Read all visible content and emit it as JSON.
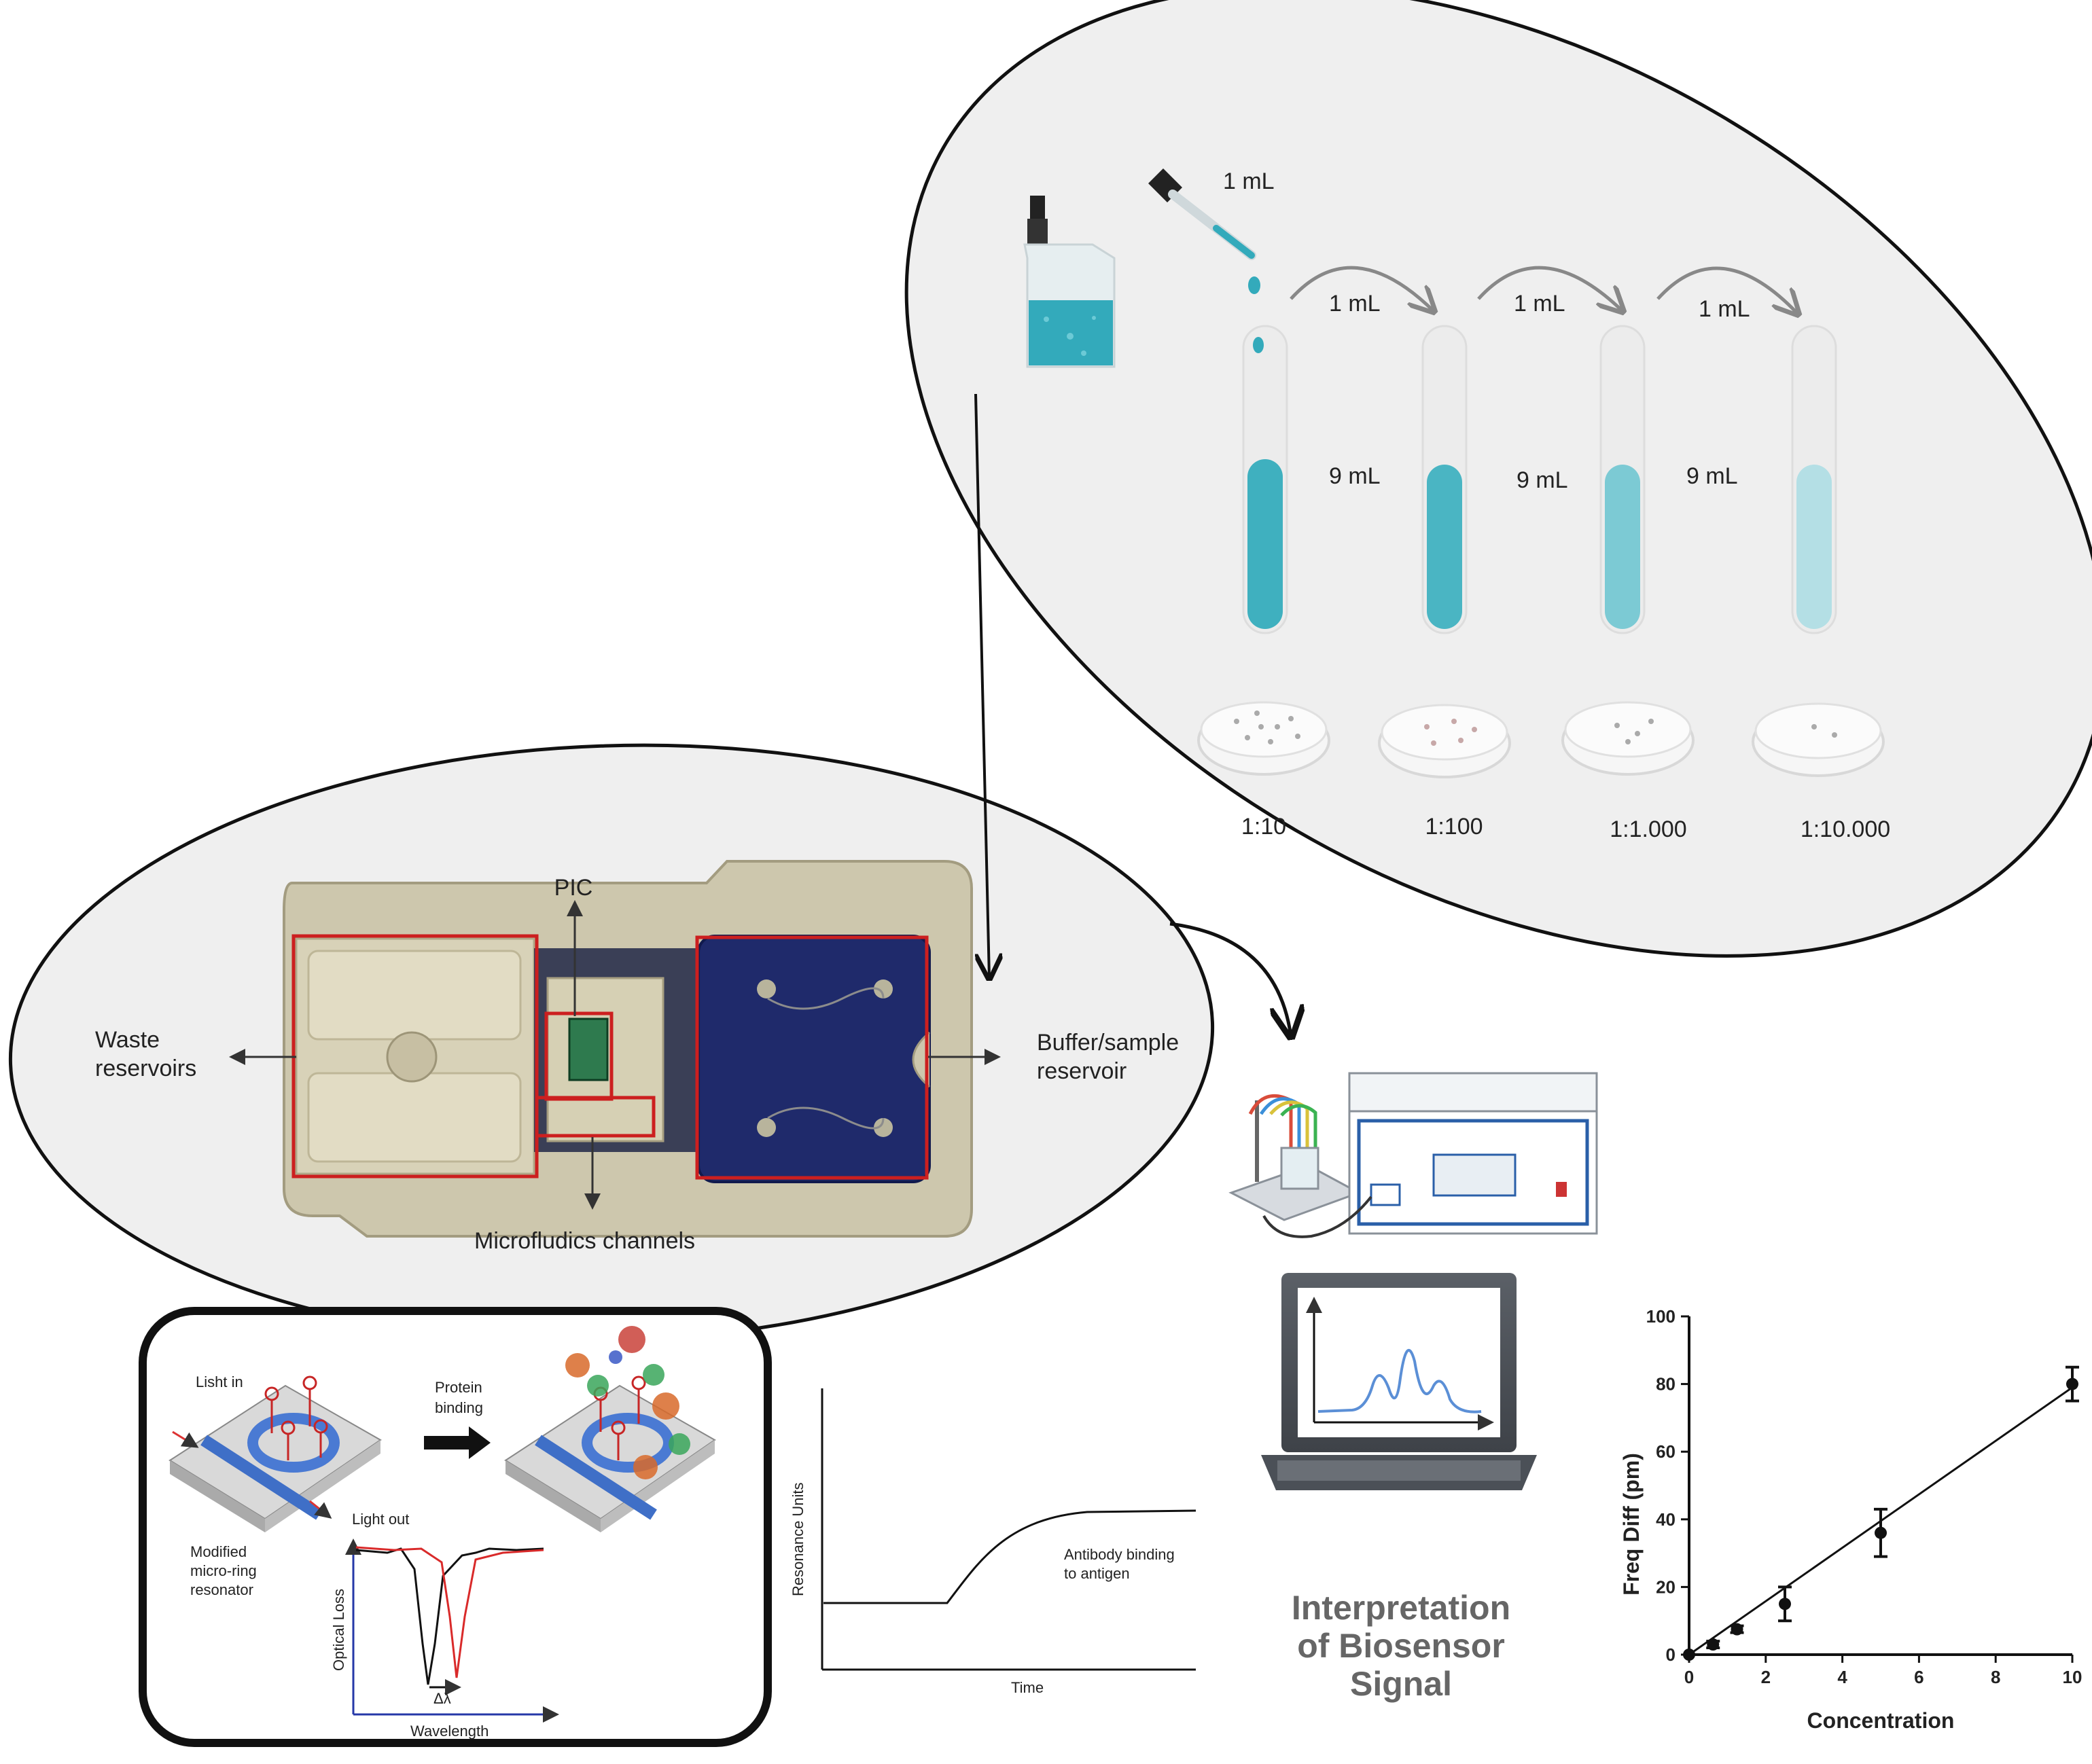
{
  "dilution": {
    "volume_top": "1 mL",
    "transfer_labels": [
      "1 mL",
      "1 mL",
      "1 mL"
    ],
    "tube_volume_labels": [
      "9 mL",
      "9 mL",
      "9 mL"
    ],
    "dilution_labels": [
      "1:10",
      "1:100",
      "1:1.000",
      "1:10.000"
    ],
    "liquid_color": "#33aabb",
    "tube_shades": [
      "#3fb0bf",
      "#4ab5c3",
      "#7ccad4",
      "#b4dfe5"
    ]
  },
  "chip": {
    "pic_label": "PIC",
    "waste_label_1": "Waste",
    "waste_label_2": "reservoirs",
    "buffer_label_1": "Buffer/sample",
    "buffer_label_2": "reservoir",
    "microfluidics_label": "Microfludics channels",
    "highlight_color": "#cc1f1f"
  },
  "resonator": {
    "light_in": "Lisht in",
    "protein_binding_1": "Protein",
    "protein_binding_2": "binding",
    "light_out": "Light out",
    "modified_1": "Modified",
    "modified_2": "micro-ring",
    "modified_3": "resonator",
    "y_axis": "Optical Loss",
    "x_axis": "Wavelength",
    "shift": "Δλ"
  },
  "sensorgram": {
    "y_axis": "Resonance Units",
    "x_axis": "Time",
    "annotation_1": "Antibody binding",
    "annotation_2": "to antigen"
  },
  "interpretation": {
    "line_1": "Interpretation",
    "line_2": "of Biosensor",
    "line_3": "Signal"
  },
  "chart_data": {
    "type": "scatter",
    "title": "",
    "xlabel": "Concentration",
    "ylabel": "Freq Diff (pm)",
    "xlim": [
      0,
      10
    ],
    "ylim": [
      0,
      100
    ],
    "x_ticks": [
      "0",
      "2",
      "4",
      "6",
      "8",
      "10"
    ],
    "y_ticks": [
      "0",
      "20",
      "40",
      "60",
      "80",
      "100"
    ],
    "x": [
      0,
      0.625,
      1.25,
      2.5,
      5,
      10
    ],
    "y": [
      0,
      3,
      7.5,
      15,
      36,
      80
    ],
    "error": [
      0,
      1,
      1,
      5,
      7,
      5
    ],
    "fit": {
      "slope": 7.9,
      "intercept": 0
    },
    "grid": false
  }
}
